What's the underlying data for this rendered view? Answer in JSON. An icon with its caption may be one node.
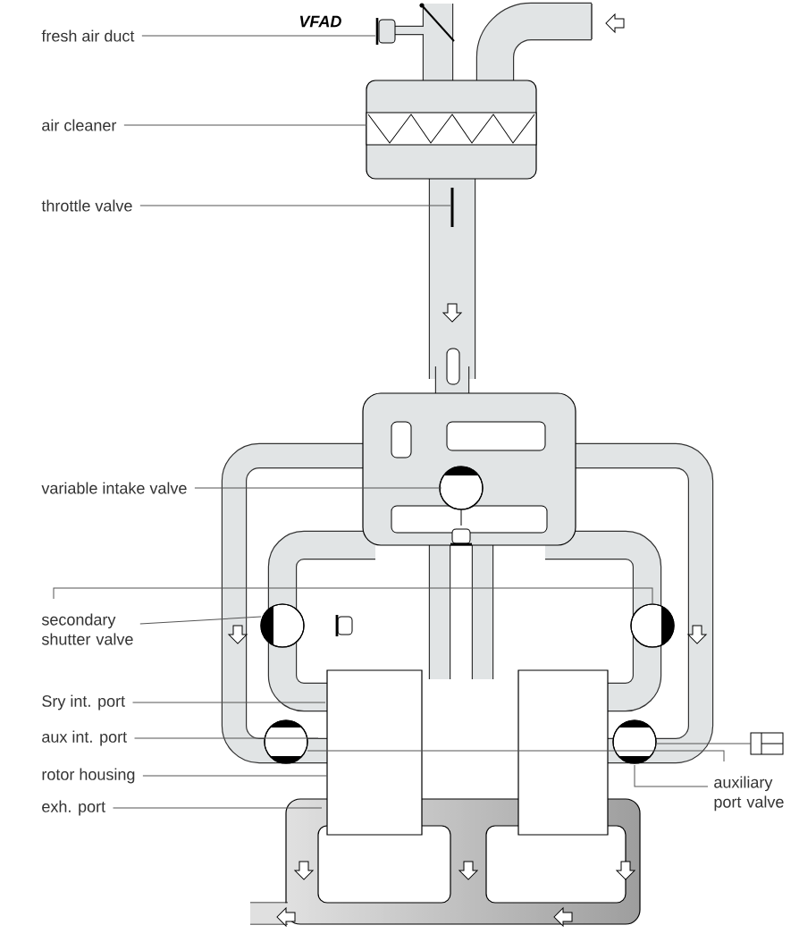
{
  "diagram": {
    "nodes": [
      {
        "text": [
          "fresh air duct"
        ]
      },
      {
        "text": [
          "air cleaner"
        ]
      },
      {
        "text": [
          "throttle valve"
        ]
      },
      {
        "text": [
          "variable intake valve"
        ]
      },
      {
        "text": [
          "secondary shutter valve"
        ]
      },
      {
        "text": [
          "Sry int. port"
        ]
      },
      {
        "text": [
          "aux int. port"
        ]
      },
      {
        "text": [
          "rotor housing"
        ]
      },
      {
        "text": [
          "exh. port"
        ]
      },
      {
        "text": [
          "auxiliary port valve"
        ]
      }
    ],
    "edges": [
      {
        "from": 0,
        "to": null,
        "arrow": "none"
      },
      {
        "from": 1,
        "to": null,
        "arrow": "none"
      },
      {
        "from": 2,
        "to": null,
        "arrow": "none"
      },
      {
        "from": 3,
        "to": null,
        "arrow": "none"
      },
      {
        "from": 4,
        "to": null,
        "arrow": "none"
      },
      {
        "from": 5,
        "to": null,
        "arrow": "none"
      },
      {
        "from": 6,
        "to": null,
        "arrow": "none"
      },
      {
        "from": 7,
        "to": null,
        "arrow": "none"
      },
      {
        "from": 8,
        "to": null,
        "arrow": "none"
      },
      {
        "from": 9,
        "to": null,
        "arrow": "none"
      }
    ],
    "labels": [
      "VFAD"
    ]
  }
}
